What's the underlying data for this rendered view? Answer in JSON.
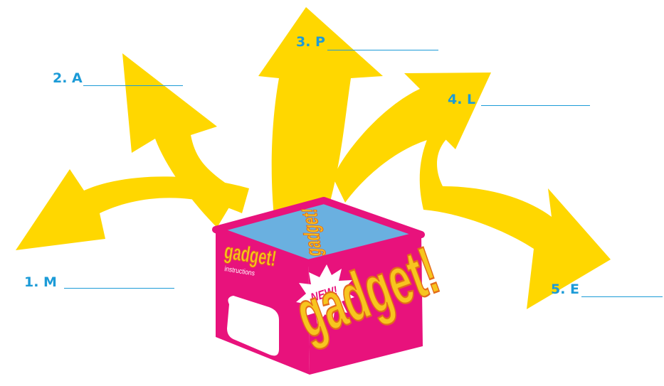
{
  "colors": {
    "arrow_fill": "#FFD700",
    "box_pink": "#E8127C",
    "box_top": "#6AB0E0",
    "label_blue": "#1C9BD7",
    "logo_yellow": "#F7C51E",
    "logo_orange": "#E36C1A"
  },
  "box": {
    "top_logo": "gadget!",
    "side_logo": "gadget!",
    "side_caption": "instructions",
    "front_logo": "gadget!",
    "burst_label": "NEW!"
  },
  "blanks": [
    {
      "id": "1",
      "label": "1. M"
    },
    {
      "id": "2",
      "label": "2. A"
    },
    {
      "id": "3",
      "label": "3. P"
    },
    {
      "id": "4",
      "label": "4. L"
    },
    {
      "id": "5",
      "label": "5. E"
    }
  ]
}
